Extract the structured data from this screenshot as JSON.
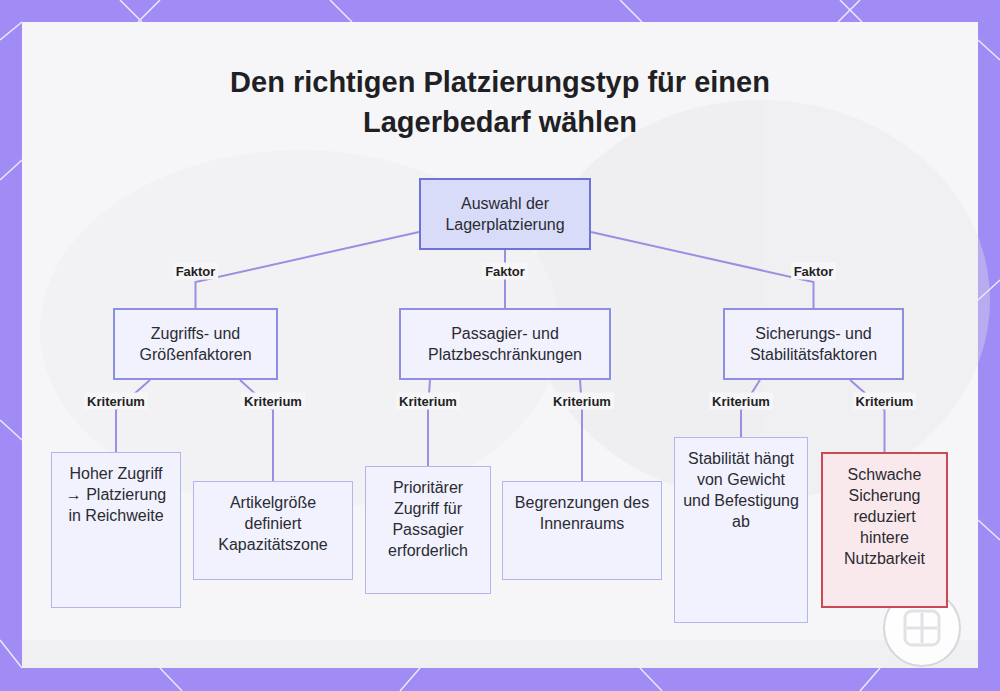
{
  "diagram": {
    "title": "Den richtigen Platzierungstyp für einen Lagerbedarf wählen",
    "nodes": [
      {
        "text": [
          "Auswahl der Lagerplatzierung"
        ]
      },
      {
        "text": [
          "Zugriffs- und Größenfaktoren"
        ]
      },
      {
        "text": [
          "Passagier- und Platzbeschränkungen"
        ]
      },
      {
        "text": [
          "Sicherungs- und Stabilitätsfaktoren"
        ]
      },
      {
        "text": [
          "Hoher Zugriff → Platzierung in Reichweite"
        ]
      },
      {
        "text": [
          "Artikelgröße definiert Kapazitätszone"
        ]
      },
      {
        "text": [
          "Prioritärer Zugriff für Passagier erforderlich"
        ]
      },
      {
        "text": [
          "Begrenzungen des Innenraums"
        ]
      },
      {
        "text": [
          "Stabilität hängt von Gewicht und Befestigung ab"
        ]
      },
      {
        "text": [
          "Schwache Sicherung reduziert hintere Nutzbarkeit"
        ]
      }
    ],
    "edges": [
      {
        "from": 0,
        "to": 1,
        "label": "Faktor",
        "arrow": "none"
      },
      {
        "from": 0,
        "to": 2,
        "label": "Faktor",
        "arrow": "none"
      },
      {
        "from": 0,
        "to": 3,
        "label": "Faktor",
        "arrow": "none"
      },
      {
        "from": 1,
        "to": 4,
        "label": "Kriterium",
        "arrow": "none"
      },
      {
        "from": 1,
        "to": 5,
        "label": "Kriterium",
        "arrow": "none"
      },
      {
        "from": 2,
        "to": 6,
        "label": "Kriterium",
        "arrow": "none"
      },
      {
        "from": 2,
        "to": 7,
        "label": "Kriterium",
        "arrow": "none"
      },
      {
        "from": 3,
        "to": 8,
        "label": "Kriterium",
        "arrow": "none"
      },
      {
        "from": 3,
        "to": 9,
        "label": "Kriterium",
        "arrow": "none"
      }
    ]
  }
}
